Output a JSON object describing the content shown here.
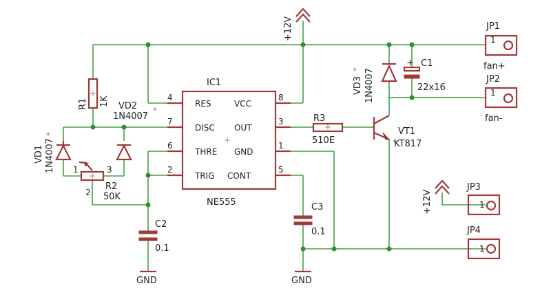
{
  "colors": {
    "wire": "#44a044",
    "part": "#a03838",
    "junction": "#2f8f2f",
    "text": "#222222"
  },
  "ic": {
    "name": "IC1",
    "type": "NE555",
    "pin_left": [
      {
        "num": "4",
        "label": "RES"
      },
      {
        "num": "7",
        "label": "DISC"
      },
      {
        "num": "6",
        "label": "THRE"
      },
      {
        "num": "2",
        "label": "TRIG"
      }
    ],
    "pin_right": [
      {
        "num": "8",
        "label": "VCC"
      },
      {
        "num": "3",
        "label": "OUT"
      },
      {
        "num": "1",
        "label": "GND"
      },
      {
        "num": "5",
        "label": "CONT"
      }
    ]
  },
  "supply": {
    "top": "+12V",
    "right": "+12V"
  },
  "resistors": {
    "r1": {
      "name": "R1",
      "value": "1K"
    },
    "r3": {
      "name": "R3",
      "value": "510E"
    }
  },
  "pot": {
    "name": "R2",
    "value": "50K",
    "pin1": "1",
    "pin2": "2",
    "pin3": "3"
  },
  "diodes": {
    "vd1": {
      "name": "VD1",
      "value": "1N4007"
    },
    "vd2": {
      "name": "VD2",
      "value": "1N4007"
    },
    "vd3": {
      "name": "VD3",
      "value": "1N4007"
    }
  },
  "capacitors": {
    "c1": {
      "name": "C1",
      "value": "22x16"
    },
    "c2": {
      "name": "C2",
      "value": "0.1"
    },
    "c3": {
      "name": "C3",
      "value": "0.1"
    }
  },
  "transistor": {
    "name": "VT1",
    "value": "KT817"
  },
  "connectors": [
    {
      "name": "JP1",
      "pin": "1",
      "label": "fan+"
    },
    {
      "name": "JP2",
      "pin": "1",
      "label": "fan-"
    },
    {
      "name": "JP3",
      "pin": "1",
      "label": ""
    },
    {
      "name": "JP4",
      "pin": "1",
      "label": ""
    }
  ],
  "grounds": {
    "left": "GND",
    "mid": "GND"
  }
}
